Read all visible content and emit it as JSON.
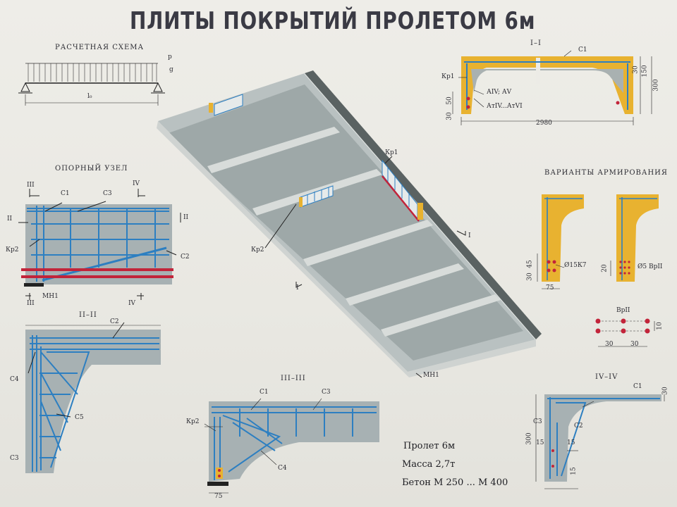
{
  "title": "ПЛИТЫ ПОКРЫТИЙ ПРОЛЕТОМ 6м",
  "calc_scheme": {
    "heading": "РАСЧЕТНАЯ СХЕМА",
    "load_p": "р",
    "load_g": "g",
    "span": "l₀"
  },
  "support": {
    "heading": "ОПОРНЫЙ УЗЕЛ",
    "labels": {
      "c1": "С1",
      "c3": "С3",
      "c2": "С2",
      "kr2": "Кр2",
      "mn1": "МН1",
      "cut_iii": "III",
      "cut_iv": "IV",
      "cut_ii": "II"
    }
  },
  "section_i": {
    "heading": "I–I",
    "c1": "С1",
    "kr1": "Кр1",
    "steel_1": "АIV; АV",
    "steel_2": "АтIV...АтVI",
    "dims": [
      "30",
      "150",
      "300",
      "50",
      "30",
      "2980"
    ]
  },
  "reinforcement": {
    "heading": "ВАРИАНТЫ АРМИРОВАНИЯ",
    "v1": "Ø15К7",
    "v2": "Ø5 ВрII",
    "d45": "45",
    "d30": "30",
    "d75": "75",
    "d20": "20",
    "bp": "ВрII",
    "d30a": "30",
    "d30b": "30",
    "d10": "10"
  },
  "slab_3d": {
    "kr1": "Кр1",
    "kr2": "Кр2",
    "cut_i": "I",
    "mn1": "МН1"
  },
  "section_ii": {
    "heading": "II–II",
    "c2": "С2",
    "c4": "С4",
    "c5": "С5",
    "c3": "С3"
  },
  "section_iii": {
    "heading": "III–III",
    "c1": "С1",
    "c3": "С3",
    "kr2": "Кр2",
    "c4": "С4",
    "d75": "75"
  },
  "section_iv": {
    "heading": "IV–IV",
    "c1": "С1",
    "c3": "С3",
    "c2": "С2",
    "dims": [
      "30",
      "300",
      "15",
      "15",
      "15"
    ]
  },
  "specs": {
    "span": "Пролет 6м",
    "mass": "Масса 2,7т",
    "concrete": "Бетон М 250 ... М 400"
  },
  "colors": {
    "concrete": "#a9b1b1",
    "rebar": "#2d7fc1",
    "prestress": "#c2243a",
    "insert": "#e8b230",
    "ink": "#2a2a30"
  }
}
